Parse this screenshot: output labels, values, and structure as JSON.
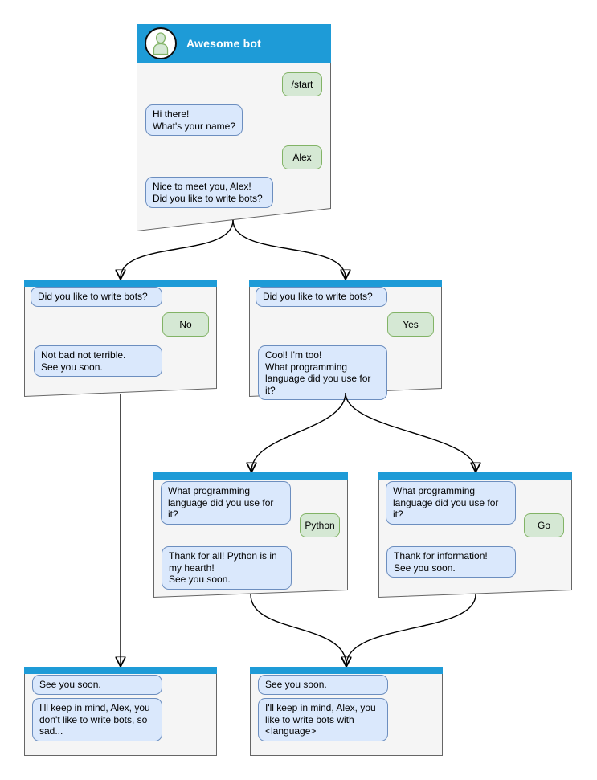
{
  "colors": {
    "header_blue": "#1e9bd7",
    "win_fill": "#f5f5f5",
    "win_stroke": "#666666",
    "bubble_blue": "#dae8fc",
    "bubble_blue_border": "#6c8ebf",
    "bubble_green": "#d5e8d4",
    "bubble_green_border": "#82b366",
    "connector": "#000000"
  },
  "windows": [
    {
      "name": "start",
      "title": "Awesome bot",
      "avatar_icon": "person-icon",
      "bubbles": [
        {
          "side": "right",
          "text": "/start"
        },
        {
          "side": "left",
          "text": "Hi there!\nWhat's your name?"
        },
        {
          "side": "right",
          "text": "Alex"
        },
        {
          "side": "left",
          "text": "Nice to meet you, Alex!\nDid you like to write bots?"
        }
      ]
    },
    {
      "name": "branch-no",
      "bubbles": [
        {
          "side": "left",
          "text": "Did you like to write bots?"
        },
        {
          "side": "right",
          "text": "No"
        },
        {
          "side": "left",
          "text": "Not bad not terrible.\nSee you soon."
        }
      ]
    },
    {
      "name": "branch-yes",
      "bubbles": [
        {
          "side": "left",
          "text": "Did you like to write bots?"
        },
        {
          "side": "right",
          "text": "Yes"
        },
        {
          "side": "left",
          "text": "Cool! I'm too!\nWhat programming\nlanguage did you use for it?"
        }
      ]
    },
    {
      "name": "python",
      "bubbles": [
        {
          "side": "left",
          "text": "What programming\nlanguage did you use for it?"
        },
        {
          "side": "right",
          "text": "Python"
        },
        {
          "side": "left",
          "text": "Thank for all! Python is in\nmy hearth!\nSee you soon."
        }
      ]
    },
    {
      "name": "go",
      "bubbles": [
        {
          "side": "left",
          "text": "What programming\nlanguage did you use for it?"
        },
        {
          "side": "right",
          "text": "Go"
        },
        {
          "side": "left",
          "text": "Thank for information!\nSee you soon."
        }
      ]
    },
    {
      "name": "end-sad",
      "bubbles": [
        {
          "side": "left",
          "text": "See you soon."
        },
        {
          "side": "left",
          "text": "I'll keep in mind, Alex, you\ndon't like to write bots, so\nsad..."
        }
      ]
    },
    {
      "name": "end-happy",
      "bubbles": [
        {
          "side": "left",
          "text": "See you soon."
        },
        {
          "side": "left",
          "text": "I'll keep in mind, Alex, you\nlike to write bots with\n<language>"
        }
      ]
    }
  ]
}
